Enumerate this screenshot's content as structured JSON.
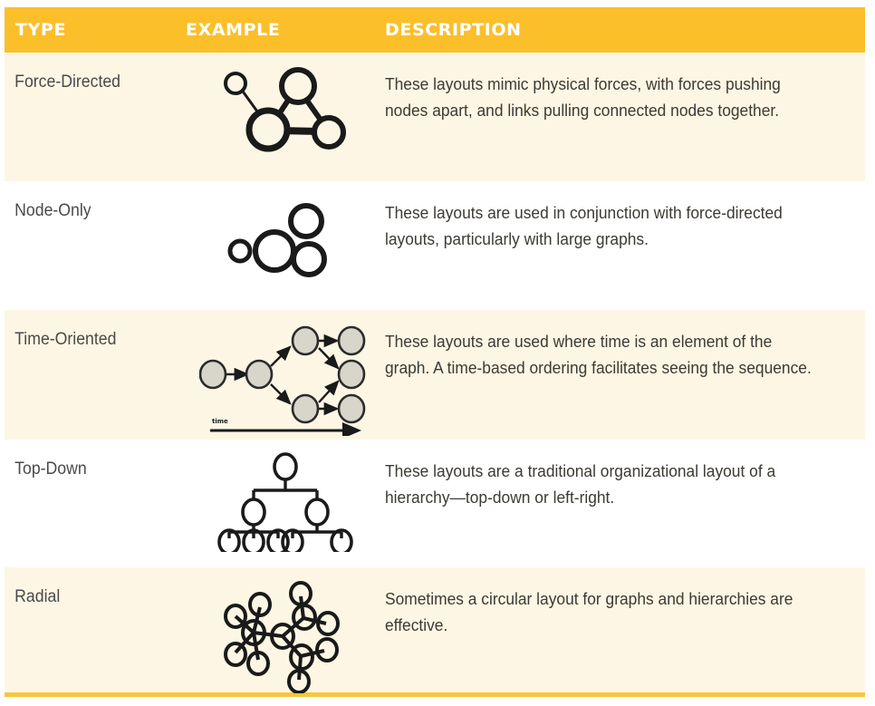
{
  "table": {
    "headers": {
      "type": "TYPE",
      "example": "EXAMPLE",
      "description": "DESCRIPTION"
    },
    "rows": [
      {
        "type": "Force-Directed",
        "diagram": "force-directed-graph-icon",
        "description": "These layouts mimic physical forces, with forces pushing nodes apart, and links pulling connected nodes together.",
        "shaded": true
      },
      {
        "type": "Node-Only",
        "diagram": "node-only-graph-icon",
        "description": "These layouts are used in conjunction with force-directed layouts, particularly with large graphs.",
        "shaded": false
      },
      {
        "type": "Time-Oriented",
        "diagram": "time-oriented-graph-icon",
        "description": "These layouts are used where time is an element of the graph. A time-based ordering facilitates seeing the sequence.",
        "shaded": true,
        "axis_label": "time"
      },
      {
        "type": "Top-Down",
        "diagram": "top-down-tree-icon",
        "description": "These layouts are a traditional organizational layout of a hierarchy—top-down or left-right.",
        "shaded": false
      },
      {
        "type": "Radial",
        "diagram": "radial-graph-icon",
        "description": "Sometimes a circular layout for graphs and hierarchies are effective.",
        "shaded": true
      }
    ]
  },
  "colors": {
    "header_background": "#FBBF2A",
    "header_text": "#FFFFFF",
    "row_shaded": "#FDF6E4",
    "row_plain": "#FFFFFF",
    "type_text": "#4A4A4A",
    "description_text": "#3D3A33",
    "bottom_rule": "#F6C63C",
    "diagram_stroke": "#1A1A1A",
    "diagram_node_fill": "#D8D5CA"
  }
}
